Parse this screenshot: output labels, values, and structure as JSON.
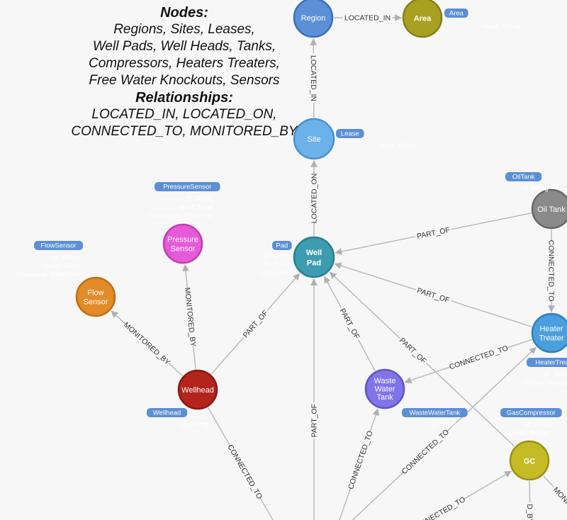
{
  "legend": {
    "nodes_title": "Nodes:",
    "node_lines": [
      "Regions, Sites, Leases,",
      "Well Pads, Well Heads, Tanks,",
      "Compressors, Heaters Treaters,",
      "Free Water Knockouts, Sensors"
    ],
    "rel_title": "Relationships:",
    "rel_lines": [
      "LOCATED_IN, LOCATED_ON,",
      "CONNECTED_TO, MONITORED_BY"
    ]
  },
  "nodes": [
    {
      "id": "region",
      "label": [
        "Region"
      ],
      "fill": "#5b8fd6",
      "stroke": "#3d6fb8"
    },
    {
      "id": "area",
      "label": [
        "Area"
      ],
      "fill": "#a8a021",
      "stroke": "#857e15",
      "bold": true
    },
    {
      "id": "site",
      "label": [
        "Site"
      ],
      "fill": "#6bb2ea",
      "stroke": "#4a91cc"
    },
    {
      "id": "pad",
      "label": [
        "Well",
        "Pad"
      ],
      "fill": "#3d9cb0",
      "stroke": "#2a7d90",
      "bold": true
    },
    {
      "id": "oiltank",
      "label": [
        "Oil Tank"
      ],
      "fill": "#8a8a8a",
      "stroke": "#666666"
    },
    {
      "id": "heater",
      "label": [
        "Heater",
        "Treater"
      ],
      "fill": "#4b9fde",
      "stroke": "#2f80bf"
    },
    {
      "id": "pressure",
      "label": [
        "Pressure",
        "Sensor"
      ],
      "fill": "#e65ad8",
      "stroke": "#c03cb2"
    },
    {
      "id": "flow",
      "label": [
        "Flow",
        "Sensor"
      ],
      "fill": "#e38a29",
      "stroke": "#c06e16"
    },
    {
      "id": "wellhead",
      "label": [
        "Wellhead"
      ],
      "fill": "#b3241c",
      "stroke": "#8a1710"
    },
    {
      "id": "wwt",
      "label": [
        "Waste",
        "Water",
        "Tank"
      ],
      "fill": "#7f74e8",
      "stroke": "#5e53c9"
    },
    {
      "id": "gc",
      "label": [
        "GC"
      ],
      "fill": "#c4bb26",
      "stroke": "#9a9217",
      "bold": true
    }
  ],
  "badges": [
    {
      "id": "area",
      "text": "Area",
      "props": [
        "name: String"
      ]
    },
    {
      "id": "lease",
      "text": "Lease",
      "props": [
        "name: String"
      ]
    },
    {
      "id": "pad",
      "text": "Pad",
      "props": [
        "id: String",
        "lat: Float",
        "lon: Float"
      ]
    },
    {
      "id": "oiltank",
      "text": "OilTank",
      "props": [
        "id: String"
      ]
    },
    {
      "id": "heater",
      "text": "HeaterTreat",
      "props": [
        "id: Strin",
        "failures: Intege"
      ]
    },
    {
      "id": "pressure",
      "text": "PressureSensor",
      "props": [
        "id: String",
        "value: Float",
        "timestamp: DateTime"
      ]
    },
    {
      "id": "flow",
      "text": "FlowSensor",
      "props": [
        "id: String",
        "value: Float",
        "timestamp: DateTime"
      ]
    },
    {
      "id": "wellhead",
      "text": "Wellhead",
      "props": [
        "id: String"
      ]
    },
    {
      "id": "wwt",
      "text": "WasteWaterTank",
      "props": [
        "id: String"
      ]
    },
    {
      "id": "gc",
      "text": "GasCompressor",
      "props": [
        "id: String",
        "failures: Integer"
      ]
    }
  ],
  "edges": [
    {
      "id": "region-area",
      "label": "LOCATED_IN"
    },
    {
      "id": "site-region",
      "label": "LOCATED_IN"
    },
    {
      "id": "pad-site",
      "label": "LOCATED_ON"
    },
    {
      "id": "oiltank-pad",
      "label": "PART_OF"
    },
    {
      "id": "heater-pad",
      "label": "PART_OF"
    },
    {
      "id": "oiltank-heater",
      "label": "CONNECTED_TO"
    },
    {
      "id": "wellhead-pad",
      "label": "PART_OF"
    },
    {
      "id": "wwt-pad",
      "label": "PART_OF"
    },
    {
      "id": "gc-pad",
      "label": "PART_OF"
    },
    {
      "id": "heater-wwt",
      "label": "CONNECTED_TO"
    },
    {
      "id": "gc-heater",
      "label": "CONNECTED_TO"
    },
    {
      "id": "pressure-wellhead",
      "label": "MONITORED_BY"
    },
    {
      "id": "flow-wellhead",
      "label": "MONITORED_BY"
    },
    {
      "id": "wellhead-bottom",
      "label": "CONNECTED_TO"
    },
    {
      "id": "bottom-pad",
      "label": "PART_OF"
    },
    {
      "id": "bottom-wwt",
      "label": "CONNECTED_TO"
    },
    {
      "id": "bottom-gc",
      "label": "CONNECTED_TO"
    },
    {
      "id": "gc-bottom",
      "label": "D_BY"
    },
    {
      "id": "gc-right",
      "label": "MONI"
    }
  ]
}
